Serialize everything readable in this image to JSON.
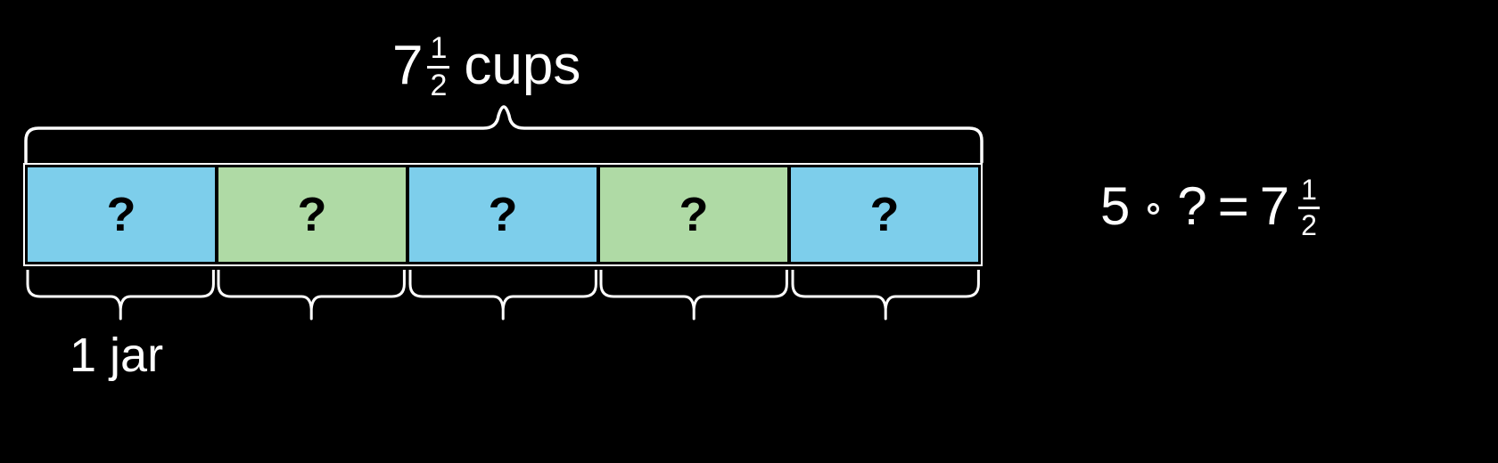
{
  "meta": {
    "title": "Tape diagram: 7 1/2 cups shared among 5 jars",
    "background_color": "#000000",
    "stroke_color": "#ffffff"
  },
  "top_label": {
    "whole": "7",
    "numerator": "1",
    "denominator": "2",
    "unit": "cups",
    "full_text": "7 1/2 cups"
  },
  "bottom_label": {
    "text": "1 jar"
  },
  "tape": {
    "cell_count": 5,
    "cells": [
      {
        "value": "?",
        "color": "#7DCEEB",
        "color_name": "blue"
      },
      {
        "value": "?",
        "color": "#AFDAA5",
        "color_name": "green"
      },
      {
        "value": "?",
        "color": "#7DCEEB",
        "color_name": "blue"
      },
      {
        "value": "?",
        "color": "#AFDAA5",
        "color_name": "green"
      },
      {
        "value": "?",
        "color": "#7DCEEB",
        "color_name": "blue"
      }
    ]
  },
  "equation": {
    "left_factor": "5",
    "operator": "multiplication-dot",
    "right_factor": "?",
    "equals": "=",
    "result_whole": "7",
    "result_numerator": "1",
    "result_denominator": "2",
    "full_text": "5 · ? = 7 1/2"
  },
  "colors": {
    "blue": "#7DCEEB",
    "green": "#AFDAA5",
    "outline": "#000000",
    "text": "#ffffff"
  }
}
